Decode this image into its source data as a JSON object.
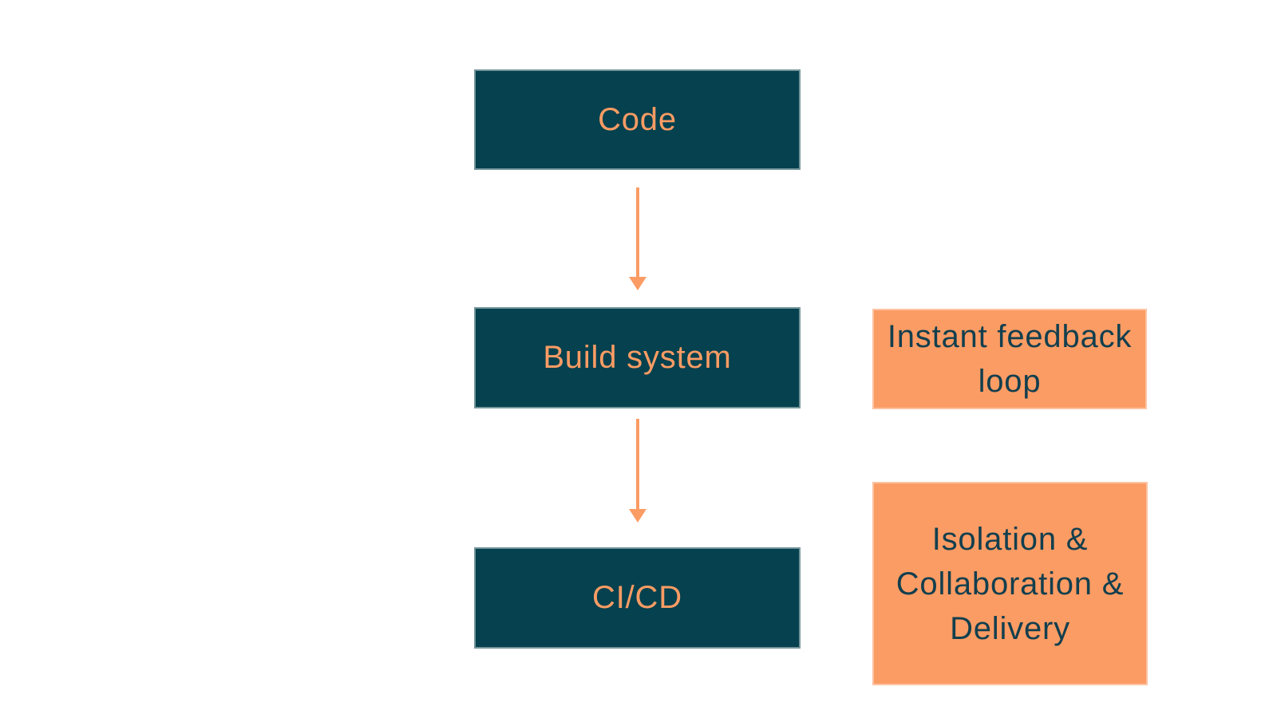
{
  "diagram": {
    "background": "#ffffff",
    "colors": {
      "background": "#ffffff",
      "node_fill": "#05414e",
      "node_text": "#fb9c64",
      "annotation_fill": "#fb9c64",
      "annotation_text": "#123f4e",
      "arrow": "#fb9c64"
    },
    "nodes": [
      {
        "id": "code",
        "label": "Code"
      },
      {
        "id": "build-system",
        "label": "Build system"
      },
      {
        "id": "cicd",
        "label": "CI/CD"
      }
    ],
    "arrows": [
      {
        "id": "code-to-build-system",
        "direction": "down"
      },
      {
        "id": "build-system-to-cicd",
        "direction": "down"
      }
    ],
    "annotations": [
      {
        "id": "instant-feedback-loop",
        "label": "Instant feedback loop",
        "lines": [
          "Instant feedback",
          "loop"
        ]
      },
      {
        "id": "isolation-collaboration-delivery",
        "label": "Isolation & Collaboration & Delivery",
        "lines": [
          "Isolation &",
          "Collaboration &",
          "Delivery"
        ]
      }
    ]
  }
}
